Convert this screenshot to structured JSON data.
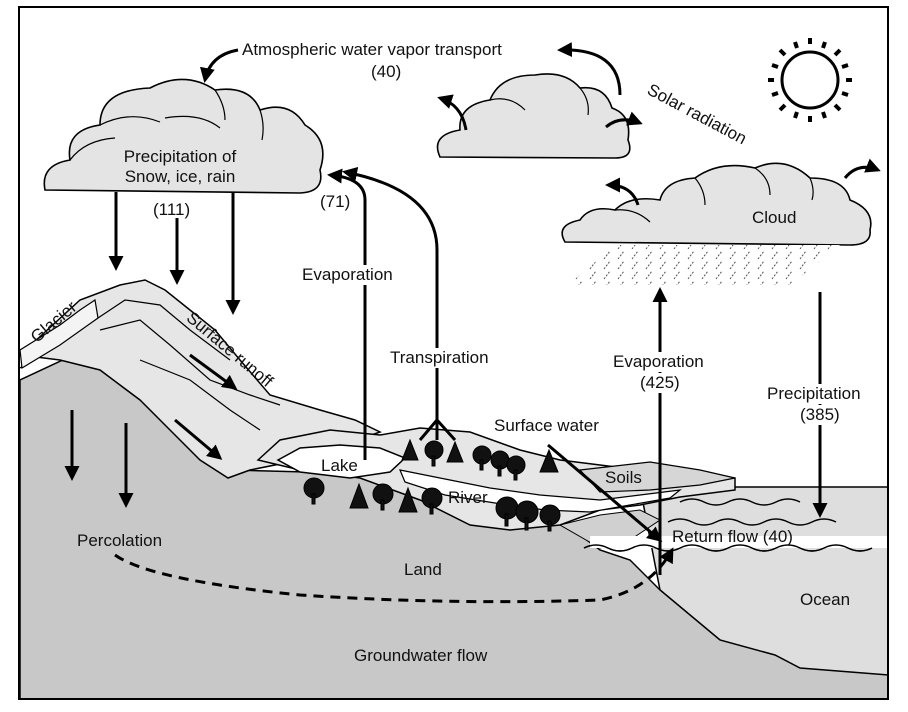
{
  "labels": {
    "atmo_transport": "Atmospheric water vapor transport",
    "atmo_value": "(40)",
    "precip_snow_line1": "Precipitation of",
    "precip_snow_line2": "Snow, ice, rain",
    "precip_snow_value": "(111)",
    "evap_land_value": "(71)",
    "evap_land": "Evaporation",
    "transpiration": "Transpiration",
    "glacier": "Glacier",
    "surface_runoff": "Surface runoff",
    "solar_radiation": "Solar radiation",
    "cloud": "Cloud",
    "evap_ocean": "Evaporation",
    "evap_ocean_value": "(425)",
    "precip_ocean": "Precipitation",
    "precip_ocean_value": "(385)",
    "surface_water": "Surface water",
    "lake": "Lake",
    "soils": "Soils",
    "river": "River",
    "return_flow": "Return flow (40)",
    "percolation": "Percolation",
    "land": "Land",
    "ocean": "Ocean",
    "groundwater_flow": "Groundwater flow"
  },
  "colors": {
    "land": "#c8c8c8",
    "mountain_light": "#e6e6e6",
    "cloud": "#e4e4e4",
    "ocean": "#dedede",
    "lake": "#ffffff",
    "line": "#000000"
  }
}
